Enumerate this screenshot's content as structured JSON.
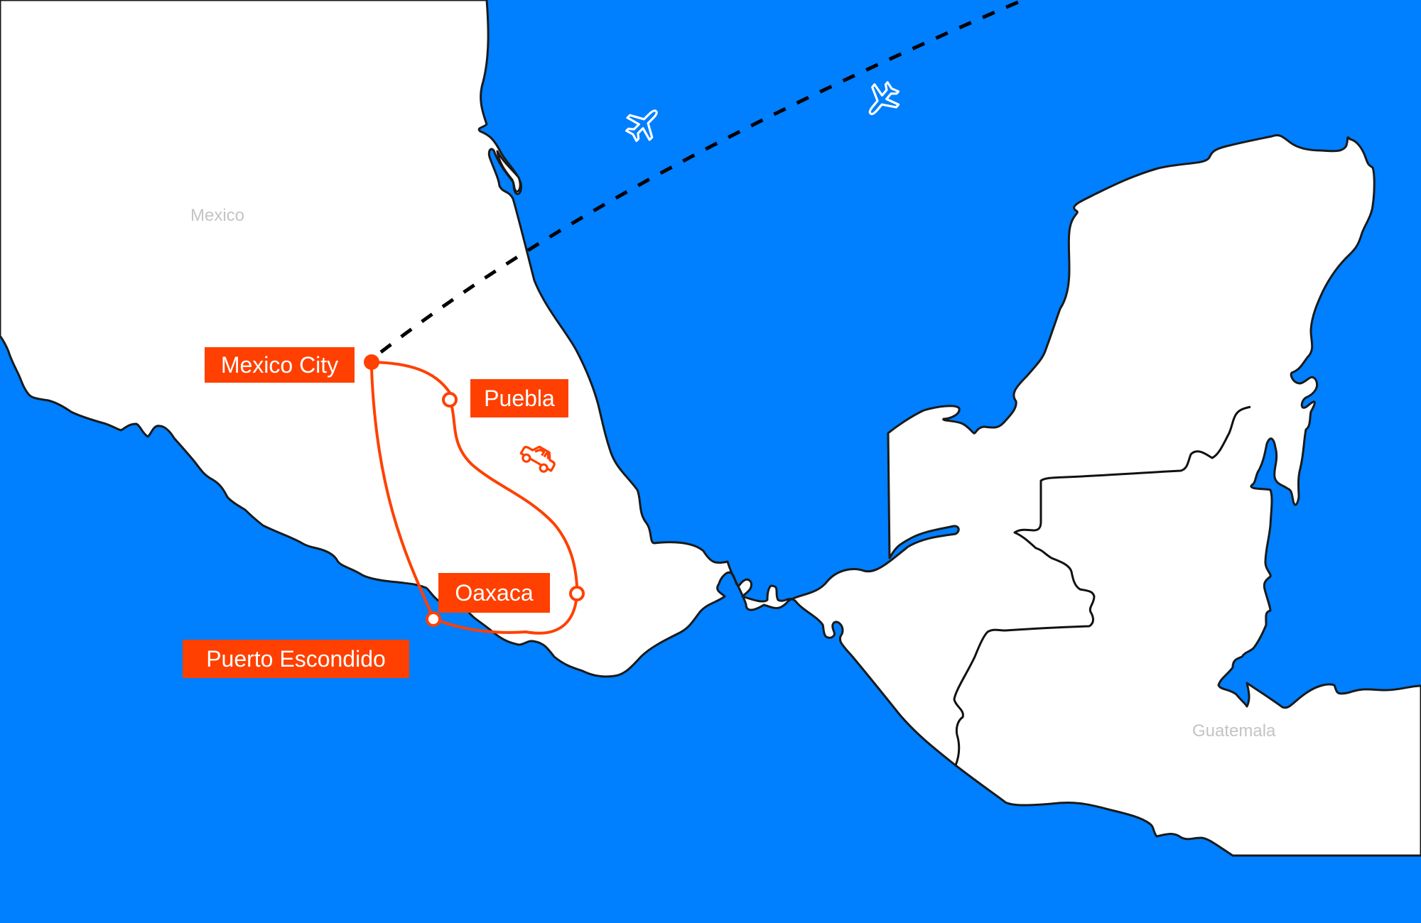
{
  "map": {
    "colors": {
      "sea": "#007fff",
      "land": "#ffffff",
      "coastline": "#1a1a1a",
      "route": "#ff4000",
      "label_bg": "#ff4000",
      "label_text": "#ffffff",
      "country_text": "#c4c4c4",
      "flight_path": "#000000"
    },
    "countries": [
      {
        "name": "Mexico"
      },
      {
        "name": "Guatemala"
      }
    ],
    "stops": [
      {
        "name": "Mexico City",
        "type": "start"
      },
      {
        "name": "Puebla",
        "type": "stop"
      },
      {
        "name": "Oaxaca",
        "type": "stop"
      },
      {
        "name": "Puerto Escondido",
        "type": "stop"
      }
    ],
    "icons": {
      "flight_1": "airplane-icon",
      "flight_2": "airplane-icon",
      "ground": "car-icon"
    },
    "legs": [
      {
        "from": "Mexico City",
        "to": "Puebla",
        "mode": "car"
      },
      {
        "from": "Puebla",
        "to": "Oaxaca",
        "mode": "car"
      },
      {
        "from": "Oaxaca",
        "to": "Puerto Escondido",
        "mode": "car"
      },
      {
        "from": "Puerto Escondido",
        "to": "Mexico City",
        "mode": "car"
      },
      {
        "from": "Mexico City",
        "to": "off-map",
        "mode": "flight"
      }
    ]
  }
}
